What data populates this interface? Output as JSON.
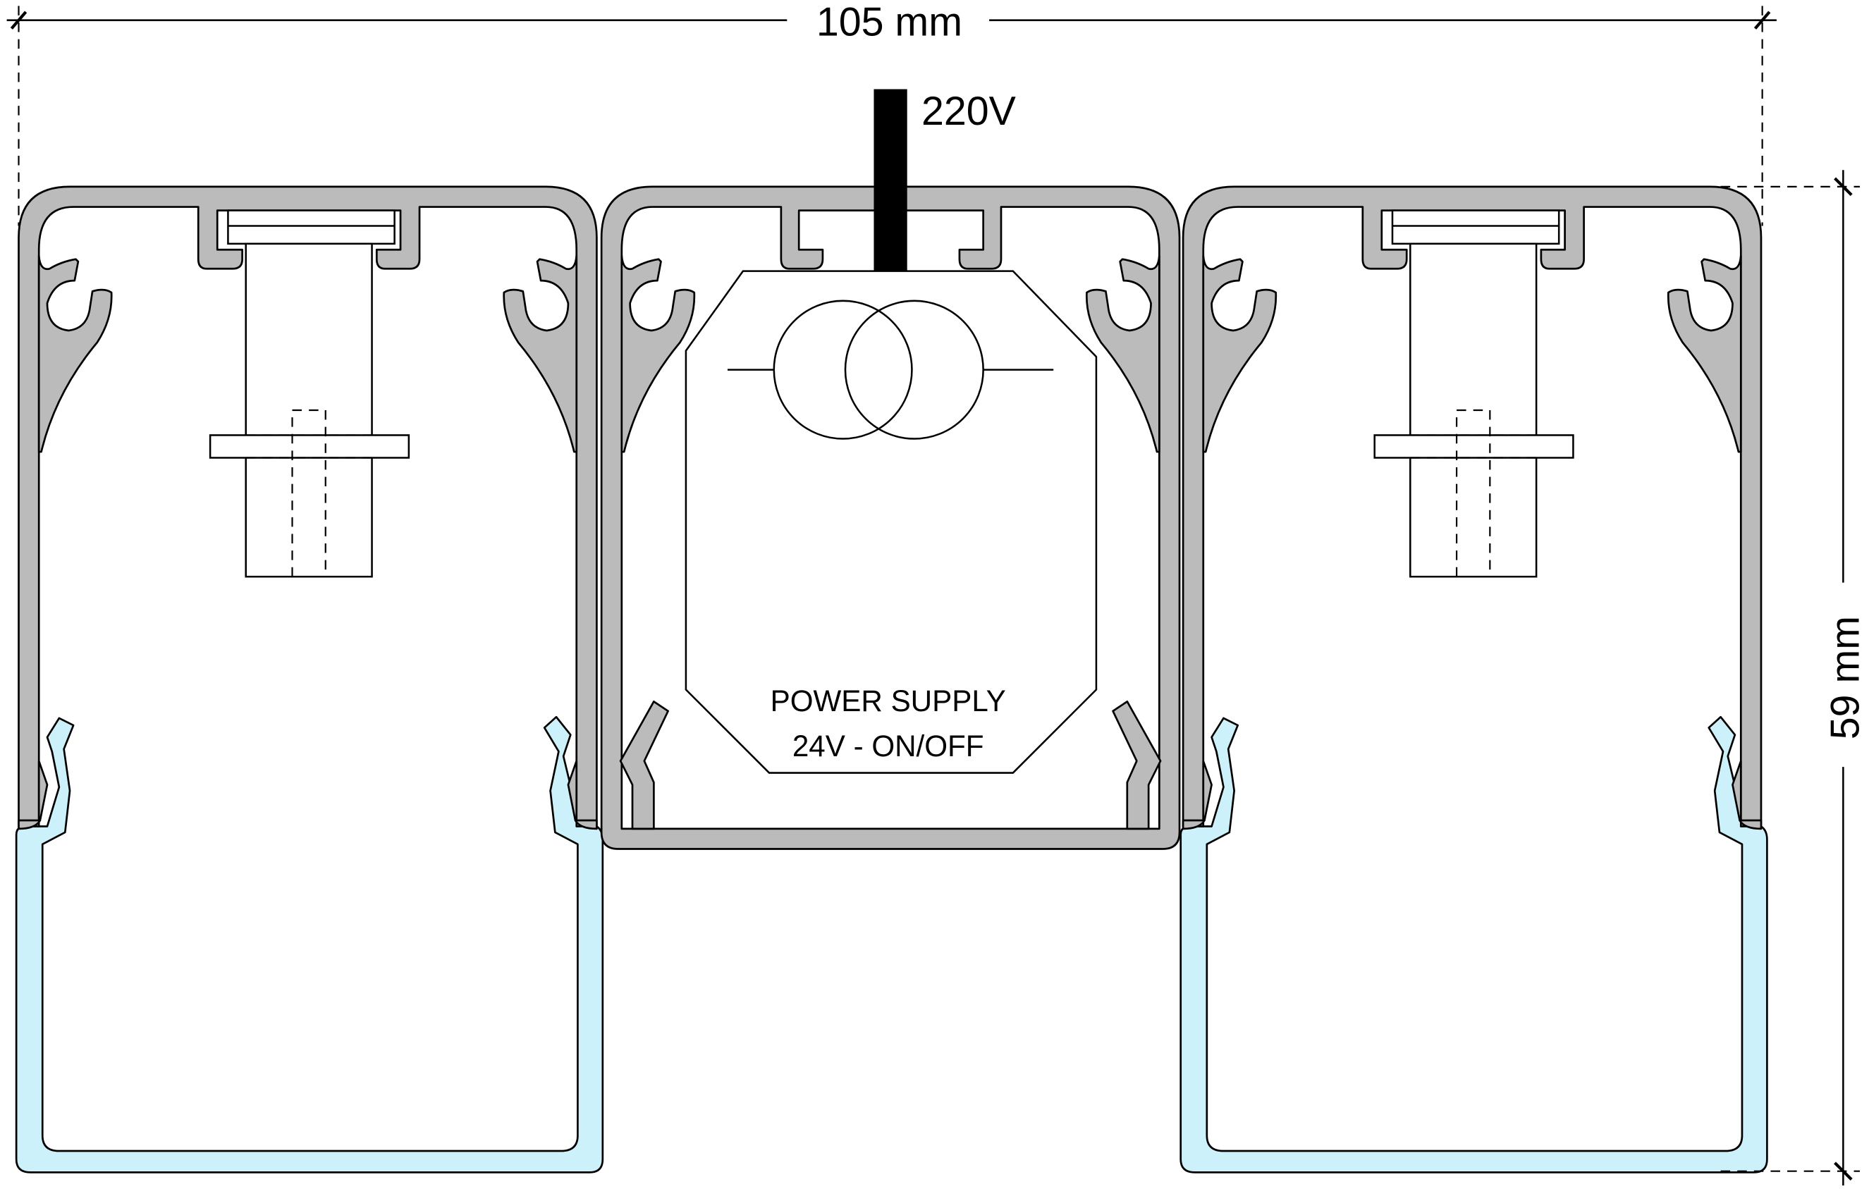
{
  "dimensions": {
    "width_label": "105 mm",
    "height_label": "59 mm"
  },
  "power_cable": {
    "label": "220V"
  },
  "power_supply": {
    "line1": "POWER SUPPLY",
    "line2": "24V - ON/OFF"
  },
  "colors": {
    "profile": "#bbbbbb",
    "cover": "#cdf1fa",
    "cable": "#000000"
  }
}
